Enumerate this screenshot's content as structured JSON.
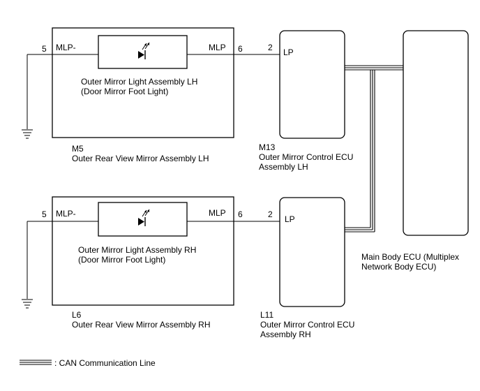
{
  "upper": {
    "mirror": {
      "pin_left": "5",
      "pin_left_label": "MLP-",
      "pin_right_label": "MLP",
      "pin_right": "6",
      "light_name_line1": "Outer Mirror Light Assembly LH",
      "light_name_line2": "(Door Mirror Foot Light)",
      "code": "M5",
      "name": "Outer Rear View Mirror Assembly LH"
    },
    "ecu": {
      "pin": "2",
      "pin_label": "LP",
      "code": "M13",
      "name_line1": "Outer Mirror Control ECU",
      "name_line2": "Assembly LH"
    }
  },
  "lower": {
    "mirror": {
      "pin_left": "5",
      "pin_left_label": "MLP-",
      "pin_right_label": "MLP",
      "pin_right": "6",
      "light_name_line1": "Outer Mirror Light Assembly RH",
      "light_name_line2": "(Door Mirror Foot Light)",
      "code": "L6",
      "name": "Outer Rear View Mirror Assembly RH"
    },
    "ecu": {
      "pin": "2",
      "pin_label": "LP",
      "code": "L11",
      "name_line1": "Outer Mirror Control ECU",
      "name_line2": "Assembly RH"
    }
  },
  "main_ecu": {
    "name_line1": "Main Body ECU (Multiplex",
    "name_line2": "Network Body ECU)"
  },
  "legend": {
    "can_line": ": CAN Communication Line"
  }
}
